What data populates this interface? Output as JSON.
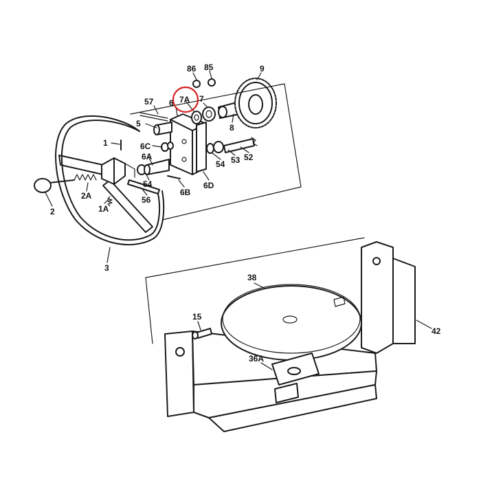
{
  "diagram": {
    "highlight_color": "#d42020",
    "ink_color": "#1a1a1a",
    "highlighted_part": "7A",
    "parts": [
      {
        "id": "p86",
        "label": "86"
      },
      {
        "id": "p85",
        "label": "85"
      },
      {
        "id": "p9",
        "label": "9"
      },
      {
        "id": "p57",
        "label": "57"
      },
      {
        "id": "p6",
        "label": "6"
      },
      {
        "id": "p7A",
        "label": "7A"
      },
      {
        "id": "p7",
        "label": "7"
      },
      {
        "id": "p5",
        "label": "5"
      },
      {
        "id": "p8",
        "label": "8"
      },
      {
        "id": "p1",
        "label": "1"
      },
      {
        "id": "p6C",
        "label": "6C"
      },
      {
        "id": "p6A",
        "label": "6A"
      },
      {
        "id": "p54a",
        "label": "54"
      },
      {
        "id": "p53",
        "label": "53"
      },
      {
        "id": "p52",
        "label": "52"
      },
      {
        "id": "p54b",
        "label": "54"
      },
      {
        "id": "p6D",
        "label": "6D"
      },
      {
        "id": "p2A",
        "label": "2A"
      },
      {
        "id": "p6B",
        "label": "6B"
      },
      {
        "id": "p56",
        "label": "56"
      },
      {
        "id": "p1A",
        "label": "1A"
      },
      {
        "id": "p2",
        "label": "2"
      },
      {
        "id": "p3",
        "label": "3"
      },
      {
        "id": "p38",
        "label": "38"
      },
      {
        "id": "p15",
        "label": "15"
      },
      {
        "id": "p42",
        "label": "42"
      },
      {
        "id": "p36A",
        "label": "36A"
      }
    ]
  }
}
